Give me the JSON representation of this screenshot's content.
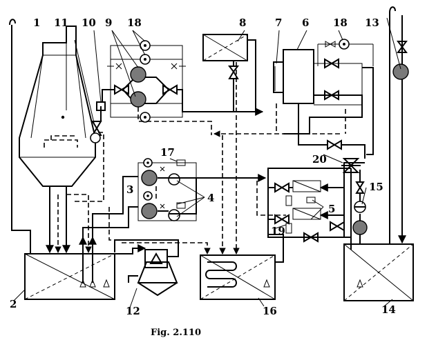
{
  "figure": {
    "caption": "Fig. 2.110",
    "labels": [
      {
        "id": "1",
        "text": "1"
      },
      {
        "id": "2",
        "text": "2"
      },
      {
        "id": "3",
        "text": "3"
      },
      {
        "id": "4",
        "text": "4"
      },
      {
        "id": "5",
        "text": "5"
      },
      {
        "id": "6",
        "text": "6"
      },
      {
        "id": "7",
        "text": "7"
      },
      {
        "id": "8",
        "text": "8"
      },
      {
        "id": "9",
        "text": "9"
      },
      {
        "id": "10",
        "text": "10"
      },
      {
        "id": "11",
        "text": "11"
      },
      {
        "id": "12",
        "text": "12"
      },
      {
        "id": "13",
        "text": "13"
      },
      {
        "id": "14",
        "text": "14"
      },
      {
        "id": "15",
        "text": "15"
      },
      {
        "id": "16",
        "text": "16"
      },
      {
        "id": "17",
        "text": "17"
      },
      {
        "id": "18a",
        "text": "18"
      },
      {
        "id": "18b",
        "text": "18"
      },
      {
        "id": "19",
        "text": "19"
      },
      {
        "id": "20",
        "text": "20"
      }
    ]
  }
}
